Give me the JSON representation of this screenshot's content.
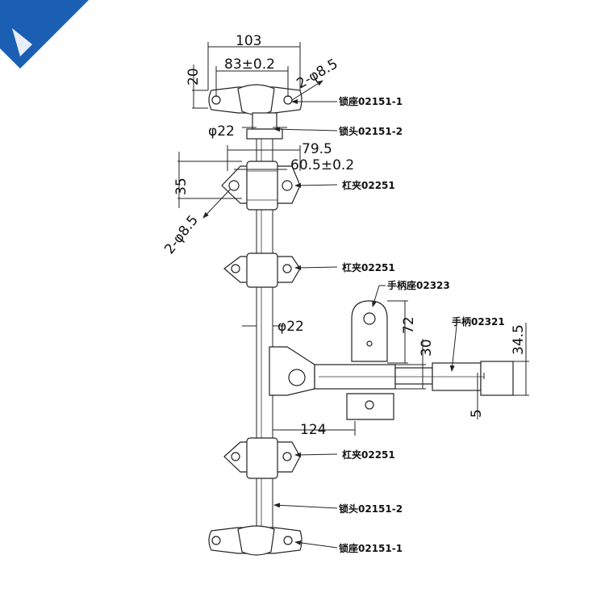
{
  "colors": {
    "corner": "#1a5fb4",
    "line": "#222222",
    "background": "#ffffff"
  },
  "dimensions": {
    "d103": "103",
    "d83": "83±0.2",
    "d20": "20",
    "hole_top": "2-φ8.5",
    "phi22_top": "φ22",
    "d79": "79.5",
    "d60": "60.5±0.2",
    "d35": "35",
    "hole_clamp": "2-φ8.5",
    "phi22_mid": "φ22",
    "d72": "72",
    "d30": "30",
    "d34": "34.5",
    "d5": "5",
    "d124": "124"
  },
  "labels": {
    "lock_seat_top": "锁座02151-1",
    "lock_head_top": "锁头02151-2",
    "clamp_1": "杠夹02251",
    "clamp_2": "杠夹02251",
    "handle_seat": "手柄座02323",
    "handle": "手柄02321",
    "clamp_3": "杠夹02251",
    "lock_head_bottom": "锁头02151-2",
    "lock_seat_bottom": "锁座02151-1"
  }
}
